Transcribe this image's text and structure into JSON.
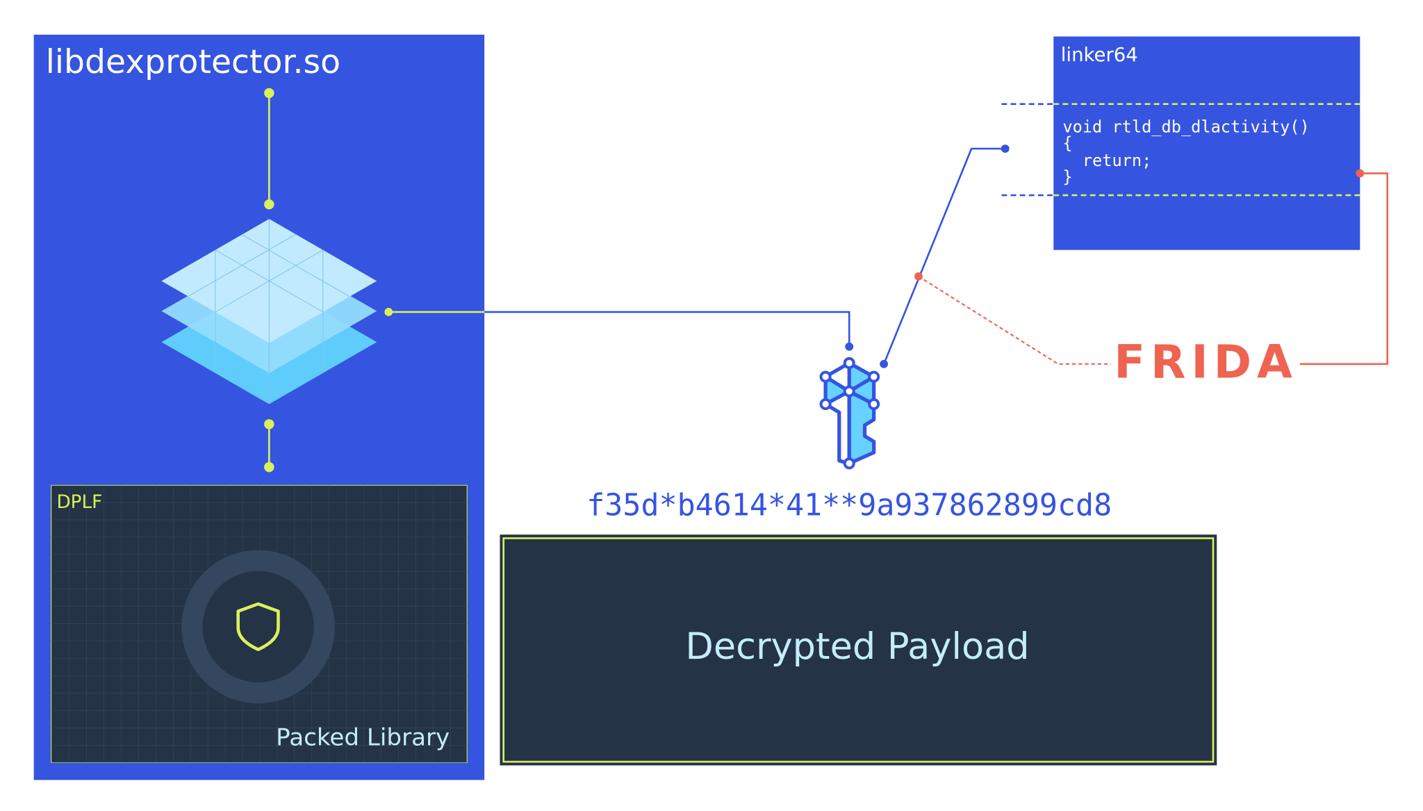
{
  "library": {
    "title": "libdexprotector.so"
  },
  "packed": {
    "tag": "DPLF",
    "label": "Packed Library"
  },
  "key_hash": "f35d*b4614*41**9a937862899cd8",
  "payload": {
    "label": "Decrypted Payload"
  },
  "linker": {
    "title": "linker64",
    "code": [
      "void rtld_db_dlactivity()",
      "{",
      "  return;",
      "}"
    ]
  },
  "frida": {
    "logo_text": "FRIDA"
  },
  "colors": {
    "blue": "#3554e0",
    "dark": "#243346",
    "lime": "#d8f25a",
    "red": "#ef6351",
    "cyan": "#67d2ff"
  }
}
